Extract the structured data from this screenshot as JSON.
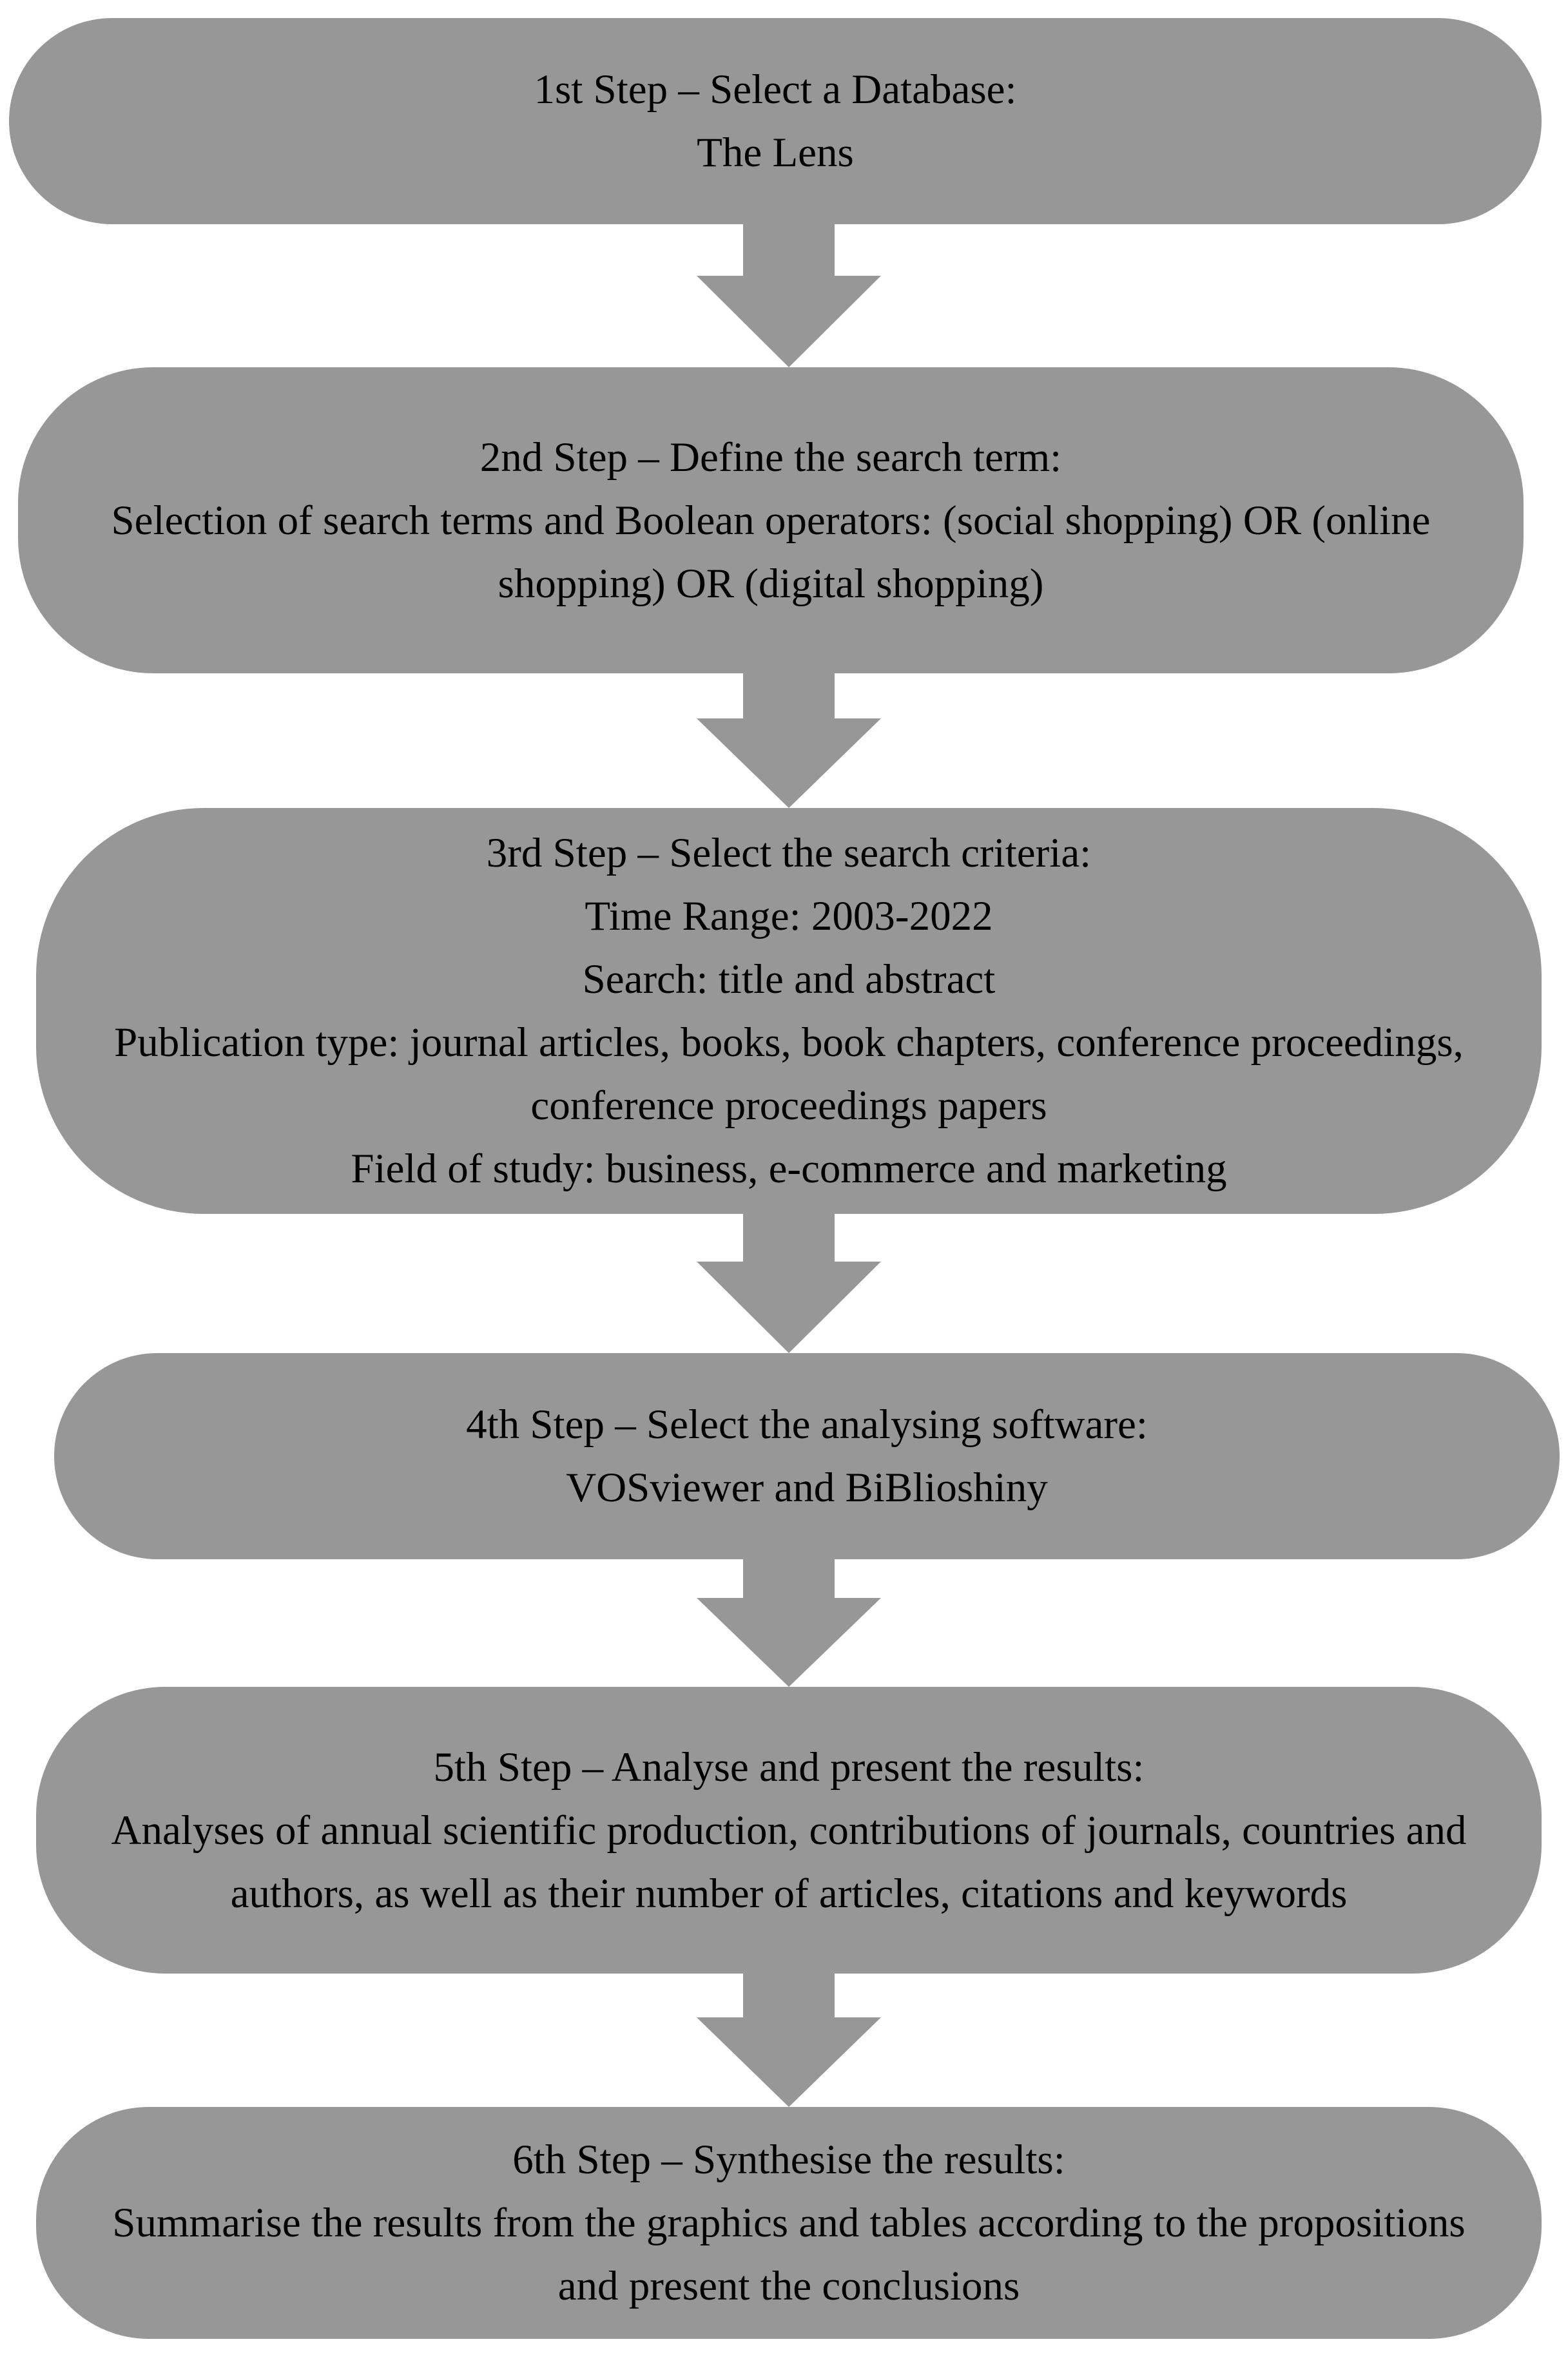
{
  "steps": [
    {
      "title": "1st Step – Select a Database:",
      "lines": [
        "The Lens"
      ]
    },
    {
      "title": "2nd Step – Define the search term:",
      "lines": [
        "Selection of search terms and Boolean operators: (social shopping) OR (online",
        "shopping) OR (digital shopping)"
      ]
    },
    {
      "title": "3rd Step – Select the search criteria:",
      "lines": [
        "Time Range: 2003-2022",
        "Search: title and abstract",
        "Publication type: journal articles, books, book chapters, conference proceedings,",
        "conference proceedings papers",
        "Field of study: business, e-commerce and marketing"
      ]
    },
    {
      "title": "4th Step – Select the analysing software:",
      "lines": [
        "VOSviewer and BiBlioshiny"
      ]
    },
    {
      "title": "5th Step – Analyse and present the results:",
      "lines": [
        "Analyses of annual scientific production, contributions of journals, countries and",
        "authors, as well as their number of articles, citations and keywords"
      ]
    },
    {
      "title": "6th Step – Synthesise the results:",
      "lines": [
        "Summarise the results from the graphics and tables according to the propositions",
        "and present the conclusions"
      ]
    }
  ],
  "colors": {
    "box_fill": "#979797",
    "arrow_fill": "#979797",
    "text": "#000000",
    "background": "#ffffff"
  }
}
